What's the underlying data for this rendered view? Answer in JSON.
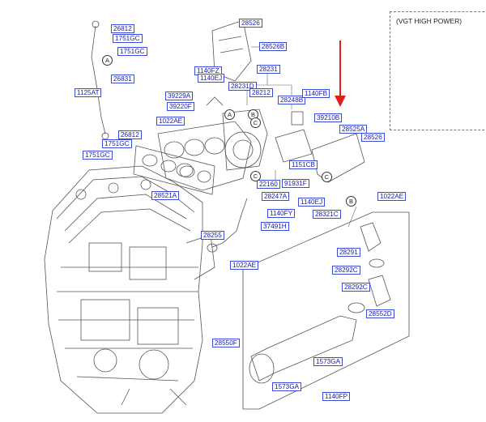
{
  "inset": {
    "title": "(VGT HIGH POWER)"
  },
  "arrow_color": "#e0201c",
  "label_color": "#3a4be0",
  "labels": [
    "28526",
    "26812",
    "1751GC",
    "1751GC",
    "26831",
    "1125AT",
    "26812",
    "1751GC",
    "1751GC",
    "28526B",
    "28231",
    "1140FZ",
    "1140EJ",
    "28231D",
    "39229A",
    "28212",
    "39220F",
    "28248B",
    "1140FB",
    "39210B",
    "1022AE",
    "28525A",
    "28526",
    "1151CB",
    "91931F",
    "22160",
    "28247A",
    "1140EJ",
    "28521A",
    "1140FY",
    "28321C",
    "1022AE",
    "37491H",
    "28255",
    "28291",
    "1022AE",
    "28292C",
    "28292C",
    "28552D",
    "28550F",
    "1573GA",
    "1573GA",
    "1140FP"
  ],
  "callouts": [
    "A",
    "A",
    "B",
    "B",
    "C",
    "C",
    "C"
  ]
}
